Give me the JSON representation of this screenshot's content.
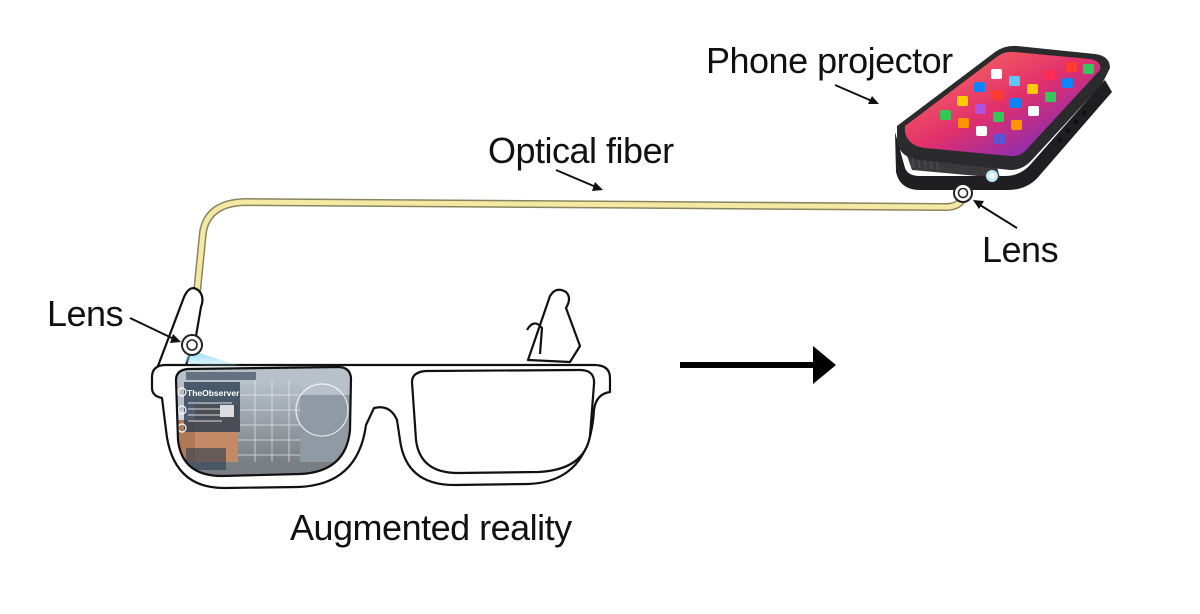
{
  "labels": {
    "phone_projector": "Phone projector",
    "optical_fiber": "Optical fiber",
    "lens_right": "Lens",
    "lens_left": "Lens",
    "augmented_reality": "Augmented reality"
  },
  "ar_overlay": {
    "header": "TheObserver"
  },
  "colors": {
    "fiber": "#f3e9a3",
    "fiber_outline": "#8a8460",
    "projected_light": "#7fd6ef",
    "arrow": "#000000",
    "phone_body": "#2b2b2d",
    "screen_accent": "#e1306c"
  },
  "icons": {
    "arrow": "right-arrow-icon",
    "lens": "lens-ring-icon"
  }
}
